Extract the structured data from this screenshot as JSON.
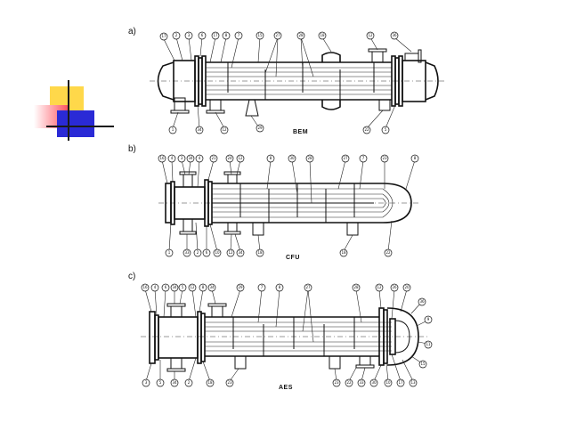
{
  "figures": [
    {
      "label": "a)",
      "code": "BEM"
    },
    {
      "label": "b)",
      "code": "CFU"
    },
    {
      "label": "c)",
      "code": "AES"
    }
  ],
  "decoration": {
    "colors": {
      "yellow": "#ffd84a",
      "red": "#ff4d5a",
      "blue": "#2a2ad6",
      "line": "#1a1a1a"
    }
  }
}
